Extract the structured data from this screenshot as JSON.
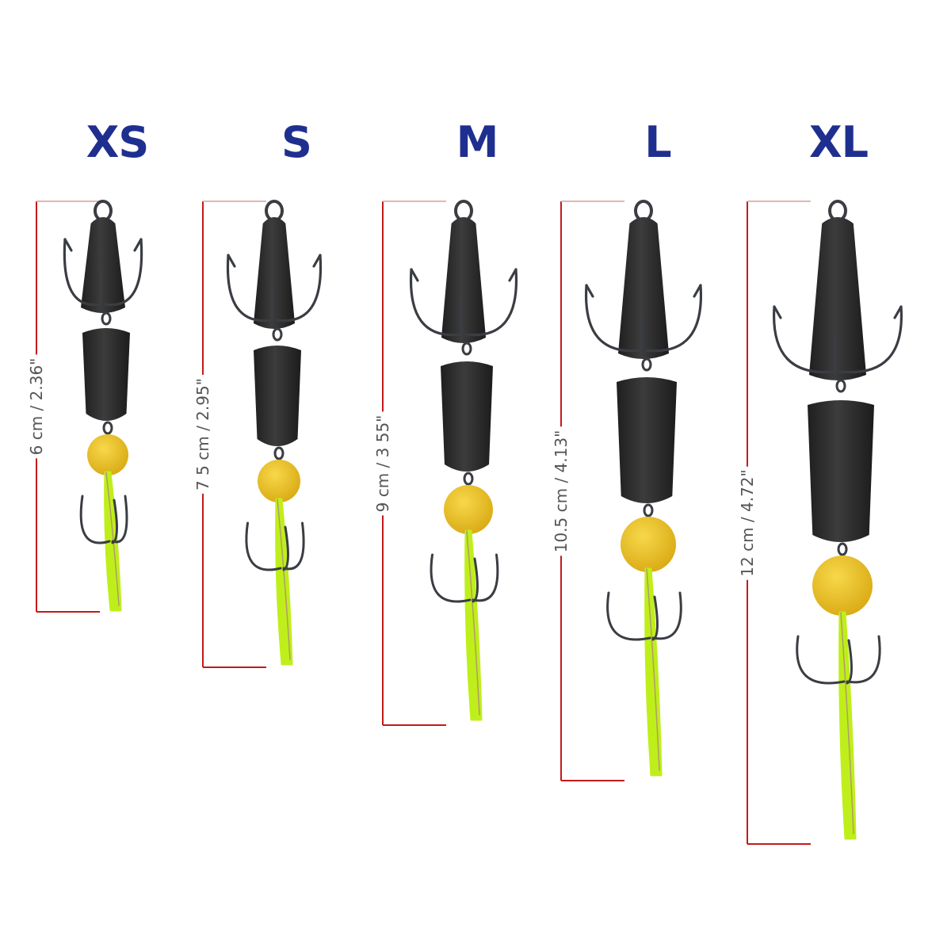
{
  "colors": {
    "label": "#1f2f8f",
    "bracket": "#c41a1a",
    "foam": "#2d2d2d",
    "bead": "#eec21a",
    "tail": "#bfef1a",
    "hook": "#3a3d42"
  },
  "lures": [
    {
      "size": "XS",
      "measurement": "6 cm / 2.36\""
    },
    {
      "size": "S",
      "measurement": "7 5 cm / 2.95\""
    },
    {
      "size": "M",
      "measurement": "9 cm / 3 55\""
    },
    {
      "size": "L",
      "measurement": "10.5 cm / 4.13\""
    },
    {
      "size": "XL",
      "measurement": "12 cm / 4.72\""
    }
  ]
}
